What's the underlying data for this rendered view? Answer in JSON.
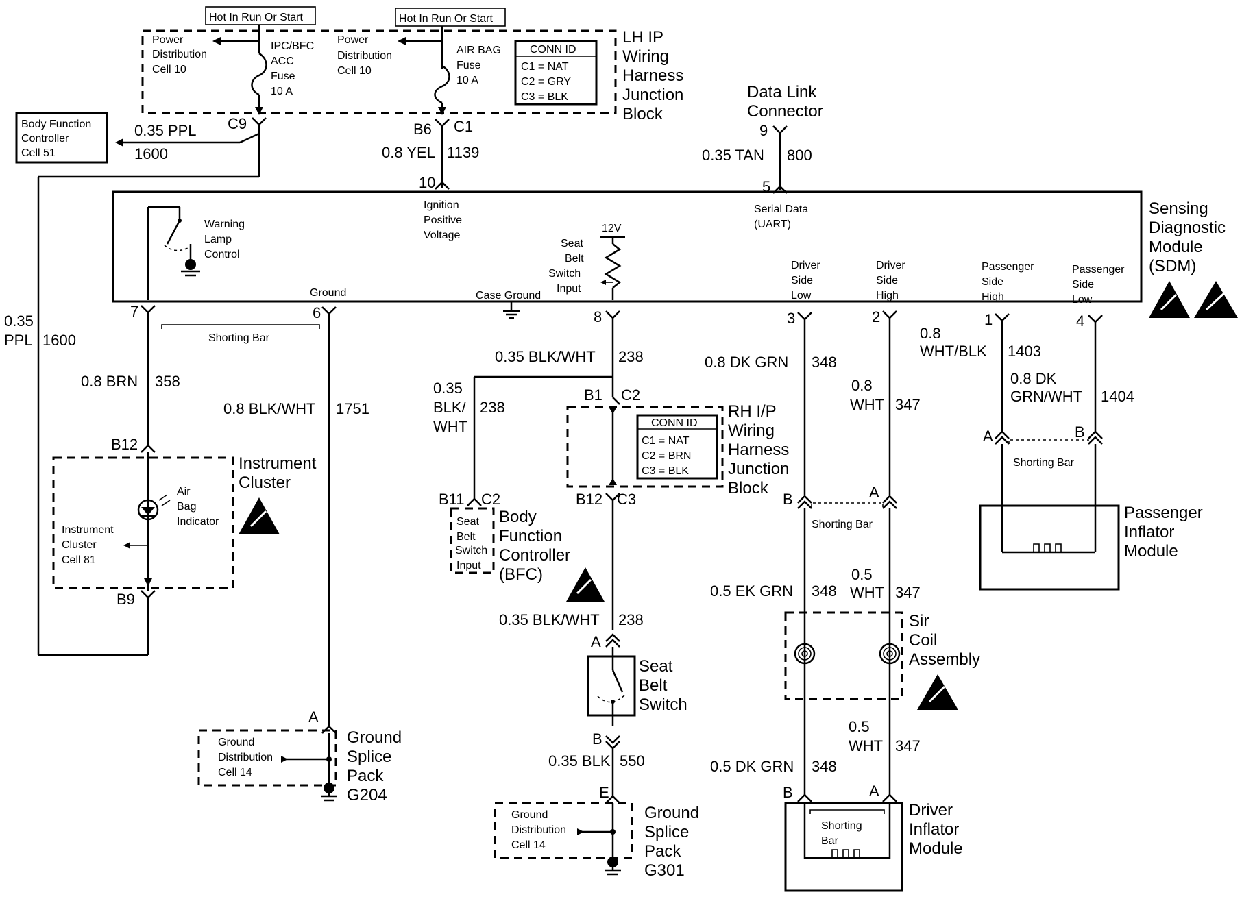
{
  "hot_label": "Hot In Run Or Start",
  "lh_block": {
    "pd1": [
      "Power",
      "Distribution",
      "Cell 10"
    ],
    "ipc_fuse": [
      "IPC/BFC",
      "ACC",
      "Fuse",
      "10 A"
    ],
    "pd2": [
      "Power",
      "Distribution",
      "Cell 10"
    ],
    "airbag_fuse": [
      "AIR BAG",
      "Fuse",
      "10 A"
    ],
    "conn_title": "CONN ID",
    "conn": [
      "C1 = NAT",
      "C2 = GRY",
      "C3 = BLK"
    ],
    "title": [
      "LH IP",
      "Wiring",
      "Harness",
      "Junction",
      "Block"
    ],
    "c9": "C9",
    "b6": "B6",
    "c1": "C1"
  },
  "bfc_top": {
    "lines": [
      "Body Function",
      "Controller",
      "Cell 51"
    ]
  },
  "wires": {
    "ppl_top": [
      "0.35 PPL",
      "1600"
    ],
    "yel": [
      "0.8 YEL",
      "1139"
    ],
    "ppl_left": [
      "0.35",
      "PPL",
      "1600"
    ],
    "tan": [
      "0.35 TAN",
      "800"
    ],
    "brn": [
      "0.8 BRN",
      "358"
    ],
    "blkwht_ground": [
      "0.8 BLK/WHT",
      "1751"
    ],
    "blkwht_238_top": [
      "0.35 BLK/WHT",
      "238"
    ],
    "blkwht_238_left": [
      "0.35",
      "BLK/",
      "WHT",
      "238"
    ],
    "blkwht_238_mid": [
      "0.35 BLK/WHT",
      "238"
    ],
    "blk_550": [
      "0.35 BLK",
      "550"
    ],
    "dkgrn_348": [
      "0.8 DK GRN",
      "348"
    ],
    "wht_347": [
      "0.8",
      "WHT",
      "347"
    ],
    "whtblk_1403": [
      "0.8",
      "WHT/BLK",
      "1403"
    ],
    "dkgrnwht_1404": [
      "0.8 DK",
      "GRN/WHT",
      "1404"
    ],
    "ekgrn_348": [
      "0.5 EK GRN",
      "348"
    ],
    "wht_347_mid": [
      "0.5",
      "WHT",
      "347"
    ],
    "dkgrn_348_low": [
      "0.5 DK GRN",
      "348"
    ],
    "wht_347_low": [
      "0.5",
      "WHT",
      "347"
    ]
  },
  "dlc": {
    "title": [
      "Data Link",
      "Connector"
    ],
    "pin_top": "9",
    "pin_bottom": "5"
  },
  "sdm": {
    "title": [
      "Sensing",
      "Diagnostic",
      "Module",
      "(SDM)"
    ],
    "pin10": "10",
    "ignition": [
      "Ignition",
      "Positive",
      "Voltage"
    ],
    "serial": [
      "Serial Data",
      "(UART)"
    ],
    "warning": [
      "Warning",
      "Lamp",
      "Control"
    ],
    "v12": "12V",
    "seatbelt_input": [
      "Seat",
      "Belt",
      "Switch",
      "Input"
    ],
    "ground": "Ground",
    "case_ground": "Case Ground",
    "driver_low": [
      "Driver",
      "Side",
      "Low"
    ],
    "driver_high": [
      "Driver",
      "Side",
      "High"
    ],
    "pass_high": [
      "Passenger",
      "Side",
      "High"
    ],
    "pass_low": [
      "Passenger",
      "Side",
      "Low"
    ],
    "pins": {
      "p7": "7",
      "p6": "6",
      "p8": "8",
      "p3": "3",
      "p2": "2",
      "p1": "1",
      "p4": "4"
    },
    "shorting_bar": "Shorting Bar"
  },
  "instrument_cluster": {
    "title": [
      "Instrument",
      "Cluster"
    ],
    "b12": "B12",
    "b9": "B9",
    "indicator": [
      "Air",
      "Bag",
      "Indicator"
    ],
    "cell": [
      "Instrument",
      "Cluster",
      "Cell 81"
    ]
  },
  "ground_g204": {
    "title": [
      "Ground",
      "Splice",
      "Pack",
      "G204"
    ],
    "pin": "A",
    "cell": [
      "Ground",
      "Distribution",
      "Cell 14"
    ]
  },
  "rh_block": {
    "b1": "B1",
    "c2": "C2",
    "b12": "B12",
    "c3": "C3",
    "conn_title": "CONN ID",
    "conn": [
      "C1 = NAT",
      "C2 = BRN",
      "C3 = BLK"
    ],
    "title": [
      "RH I/P",
      "Wiring",
      "Harness",
      "Junction",
      "Block"
    ]
  },
  "bfc": {
    "b11": "B11",
    "c2": "C2",
    "input": [
      "Seat",
      "Belt",
      "Switch",
      "Input"
    ],
    "title": [
      "Body",
      "Function",
      "Controller",
      "(BFC)"
    ]
  },
  "seat_belt_switch": {
    "pin_a": "A",
    "pin_b": "B",
    "title": [
      "Seat",
      "Belt",
      "Switch"
    ]
  },
  "ground_g301": {
    "pin": "E",
    "title": [
      "Ground",
      "Splice",
      "Pack",
      "G301"
    ],
    "cell": [
      "Ground",
      "Distribution",
      "Cell 14"
    ]
  },
  "passenger_inflator": {
    "pin_a": "A",
    "pin_b": "B",
    "shorting_bar": "Shorting Bar",
    "title": [
      "Passenger",
      "Inflator",
      "Module"
    ]
  },
  "sir_coil": {
    "pin_b": "B",
    "pin_a": "A",
    "shorting_bar": "Shorting Bar",
    "title": [
      "Sir",
      "Coil",
      "Assembly"
    ]
  },
  "driver_inflator": {
    "pin_b": "B",
    "pin_a": "A",
    "shorting": [
      "Shorting",
      "Bar"
    ],
    "title": [
      "Driver",
      "Inflator",
      "Module"
    ]
  }
}
